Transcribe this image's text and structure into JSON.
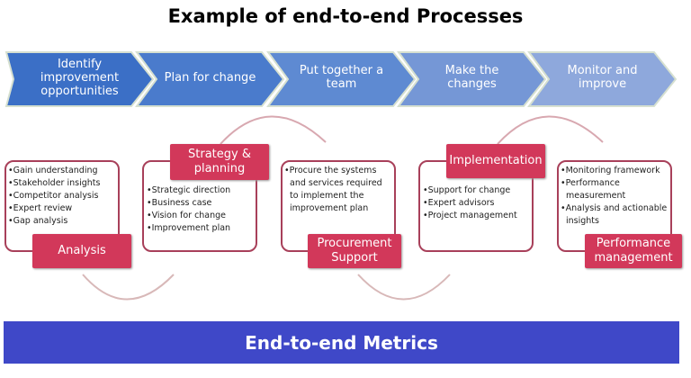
{
  "title": "Example of end-to-end Processes",
  "stages": [
    {
      "label": "Identify improvement opportunities",
      "color": "#3b6fc6"
    },
    {
      "label": "Plan for change",
      "color": "#4a7bcc"
    },
    {
      "label": "Put together a team",
      "color": "#5e8ad2"
    },
    {
      "label": "Make the changes",
      "color": "#7597d6"
    },
    {
      "label": "Monitor and improve",
      "color": "#8ea8dc"
    }
  ],
  "steps": [
    {
      "label": "Analysis",
      "items": [
        "Gain understanding",
        "Stakeholder insights",
        "Competitor analysis",
        "Expert review",
        "Gap analysis"
      ]
    },
    {
      "label": "Strategy & planning",
      "items": [
        "Strategic direction",
        "Business case",
        "Vision for change",
        "Improvement plan"
      ]
    },
    {
      "label": "Procurement Support",
      "items": [
        "Procure the systems and services required to implement the improvement plan"
      ]
    },
    {
      "label": "Implementation",
      "items": [
        "Support for change",
        "Expert advisors",
        "Project management"
      ]
    },
    {
      "label": "Performance management",
      "items": [
        "Monitoring framework",
        "Performance measurement",
        "Analysis and actionable insights"
      ]
    }
  ],
  "footer": "End-to-end Metrics"
}
